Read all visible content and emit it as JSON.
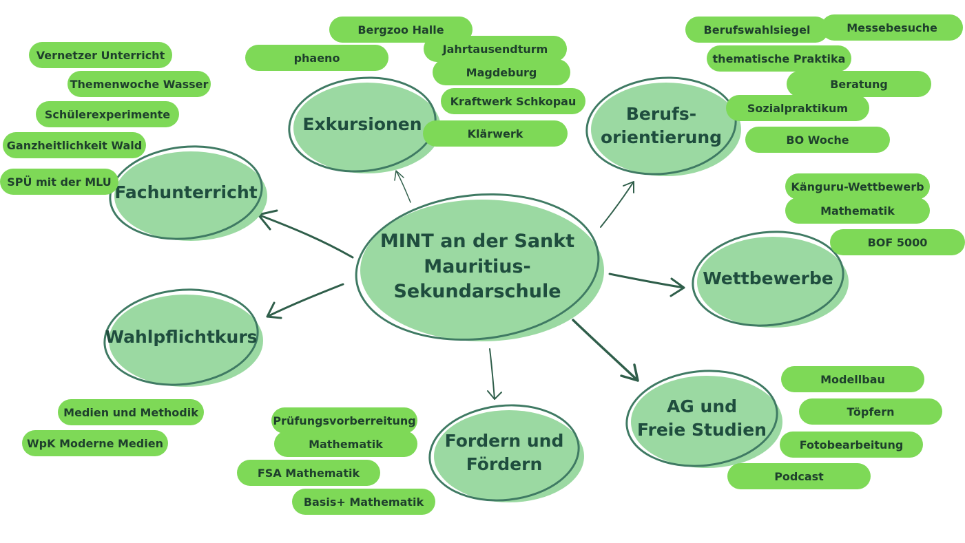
{
  "colors": {
    "node_fill": "#9bd9a2",
    "node_ring": "#3f7a63",
    "node_text": "#1f4d3e",
    "tag_fill": "#7ed957",
    "tag_text": "#1e3f2c",
    "arrow": "#2f5e4a"
  },
  "center": {
    "title": "MINT an der Sankt\nMauritius-Sekundarschule"
  },
  "branches": {
    "fachunterricht": {
      "label": "Fachunterricht",
      "items": [
        "Vernetzer Unterricht",
        "Themenwoche Wasser",
        "Schülerexperimente",
        "Ganzheitlichkeit Wald",
        "SPÜ mit der MLU"
      ]
    },
    "exkursionen": {
      "label": "Exkursionen",
      "items": [
        "Bergzoo Halle",
        "phaeno",
        "Jahrtausendturm",
        "Magdeburg",
        "Kraftwerk Schkopau",
        "Klärwerk"
      ]
    },
    "berufsorientierung": {
      "label": "Berufs-\norientierung",
      "items": [
        "Berufswahlsiegel",
        "Messebesuche",
        "thematische Praktika",
        "Beratung",
        "Sozialpraktikum",
        "BO Woche"
      ]
    },
    "wettbewerbe": {
      "label": "Wettbewerbe",
      "items": [
        "Känguru-Wettbewerb",
        "Mathematik",
        "BOF 5000"
      ]
    },
    "ag": {
      "label": "AG und\nFreie Studien",
      "items": [
        "Modellbau",
        "Töpfern",
        "Fotobearbeitung",
        "Podcast"
      ]
    },
    "foerdern": {
      "label": "Fordern und\nFördern",
      "items": [
        "Prüfungsvorberreitung",
        "Mathematik",
        "FSA Mathematik",
        "Basis+ Mathematik"
      ]
    },
    "wahlpflicht": {
      "label": "Wahlpflichtkurs",
      "items": [
        "Medien und Methodik",
        "WpK Moderne Medien"
      ]
    }
  }
}
